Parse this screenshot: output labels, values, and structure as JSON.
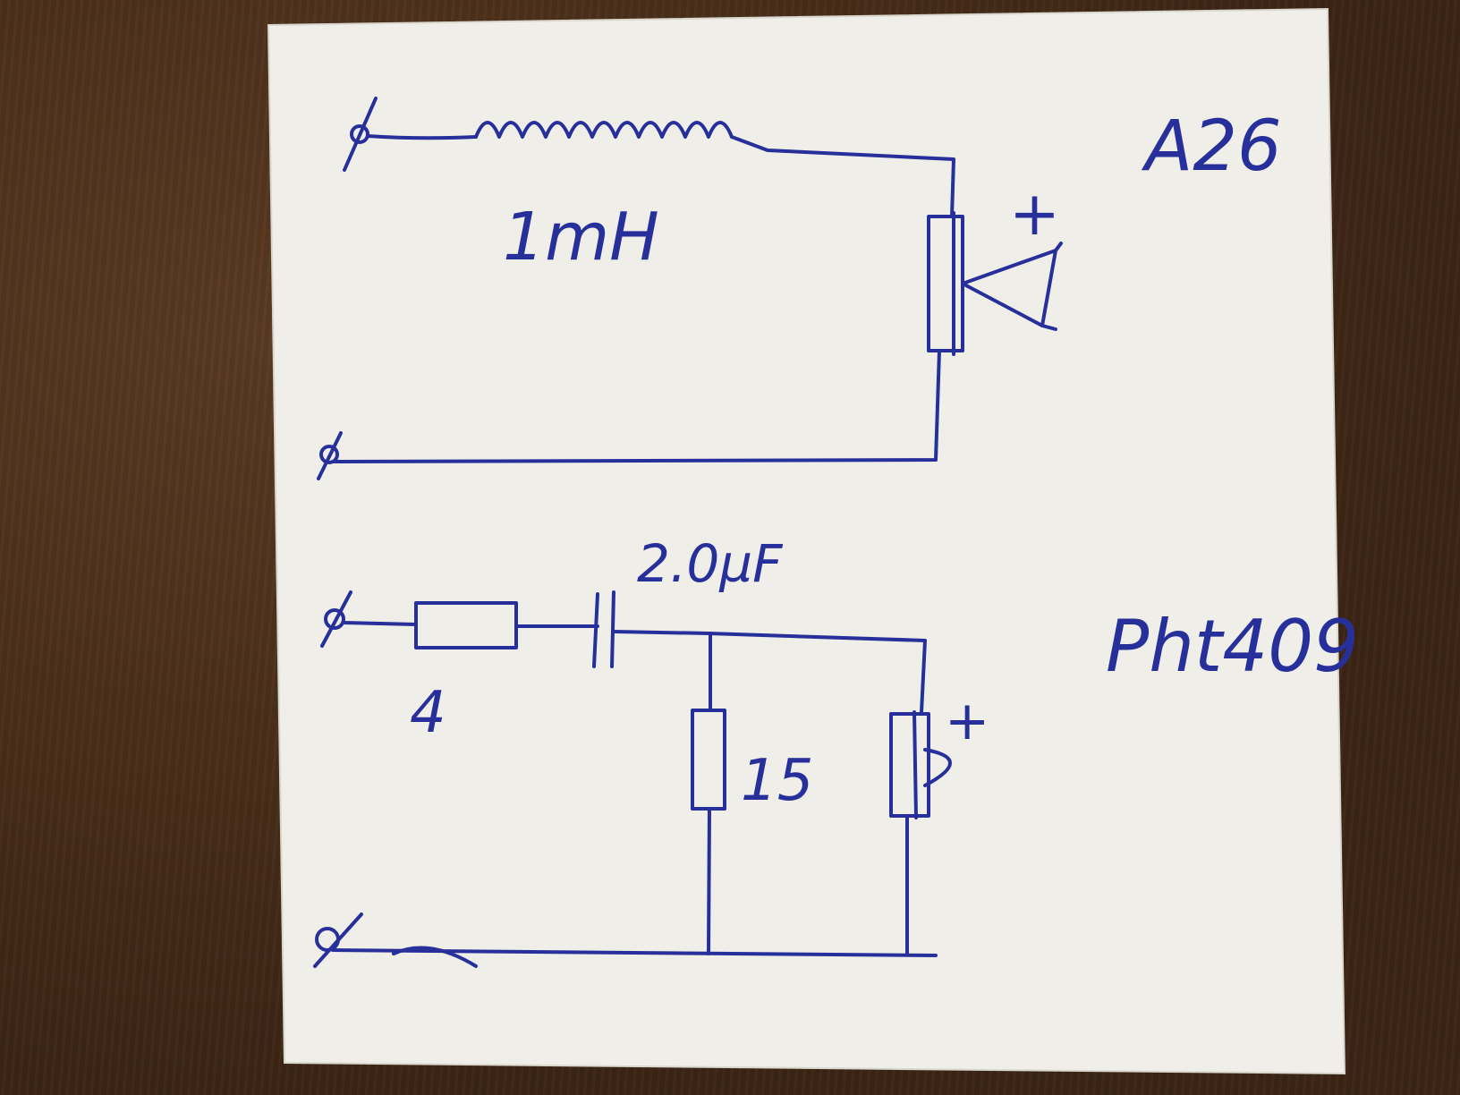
{
  "diagram": {
    "ink_color": "#27309a",
    "paper_color": "#efeee8",
    "background_color": "#4a2f1b",
    "circuit_top": {
      "label": "A26",
      "inductor_label": "1mH",
      "driver_polarity": "+"
    },
    "circuit_bottom": {
      "label": "Pht409",
      "series_resistor_label": "4",
      "capacitor_label": "2.0µF",
      "shunt_resistor_label": "15",
      "driver_polarity": "+"
    }
  }
}
